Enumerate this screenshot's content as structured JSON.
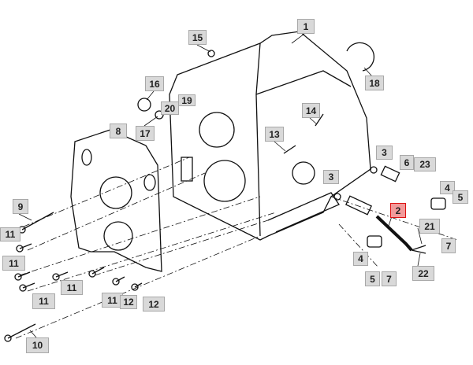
{
  "diagram": {
    "highlight_color": "#f29a9a",
    "callouts": [
      {
        "id": "c15",
        "label": "15"
      },
      {
        "id": "c1",
        "label": "1"
      },
      {
        "id": "c18",
        "label": "18"
      },
      {
        "id": "c16",
        "label": "16"
      },
      {
        "id": "c19",
        "label": "19"
      },
      {
        "id": "c20",
        "label": "20"
      },
      {
        "id": "c17",
        "label": "17"
      },
      {
        "id": "c14",
        "label": "14"
      },
      {
        "id": "c8",
        "label": "8"
      },
      {
        "id": "c13",
        "label": "13"
      },
      {
        "id": "c3a",
        "label": "3"
      },
      {
        "id": "c6",
        "label": "6"
      },
      {
        "id": "c23",
        "label": "23"
      },
      {
        "id": "c3b",
        "label": "3"
      },
      {
        "id": "c4a",
        "label": "4"
      },
      {
        "id": "c5a",
        "label": "5"
      },
      {
        "id": "c2",
        "label": "2",
        "highlighted": true
      },
      {
        "id": "c21",
        "label": "21"
      },
      {
        "id": "c7a",
        "label": "7"
      },
      {
        "id": "c4b",
        "label": "4"
      },
      {
        "id": "c5b",
        "label": "5"
      },
      {
        "id": "c7b",
        "label": "7"
      },
      {
        "id": "c22",
        "label": "22"
      },
      {
        "id": "c9",
        "label": "9"
      },
      {
        "id": "c11a",
        "label": "11"
      },
      {
        "id": "c11b",
        "label": "11"
      },
      {
        "id": "c11c",
        "label": "11"
      },
      {
        "id": "c11d",
        "label": "11"
      },
      {
        "id": "c11e",
        "label": "11"
      },
      {
        "id": "c12a",
        "label": "12"
      },
      {
        "id": "c12b",
        "label": "12"
      },
      {
        "id": "c10",
        "label": "10"
      }
    ]
  }
}
